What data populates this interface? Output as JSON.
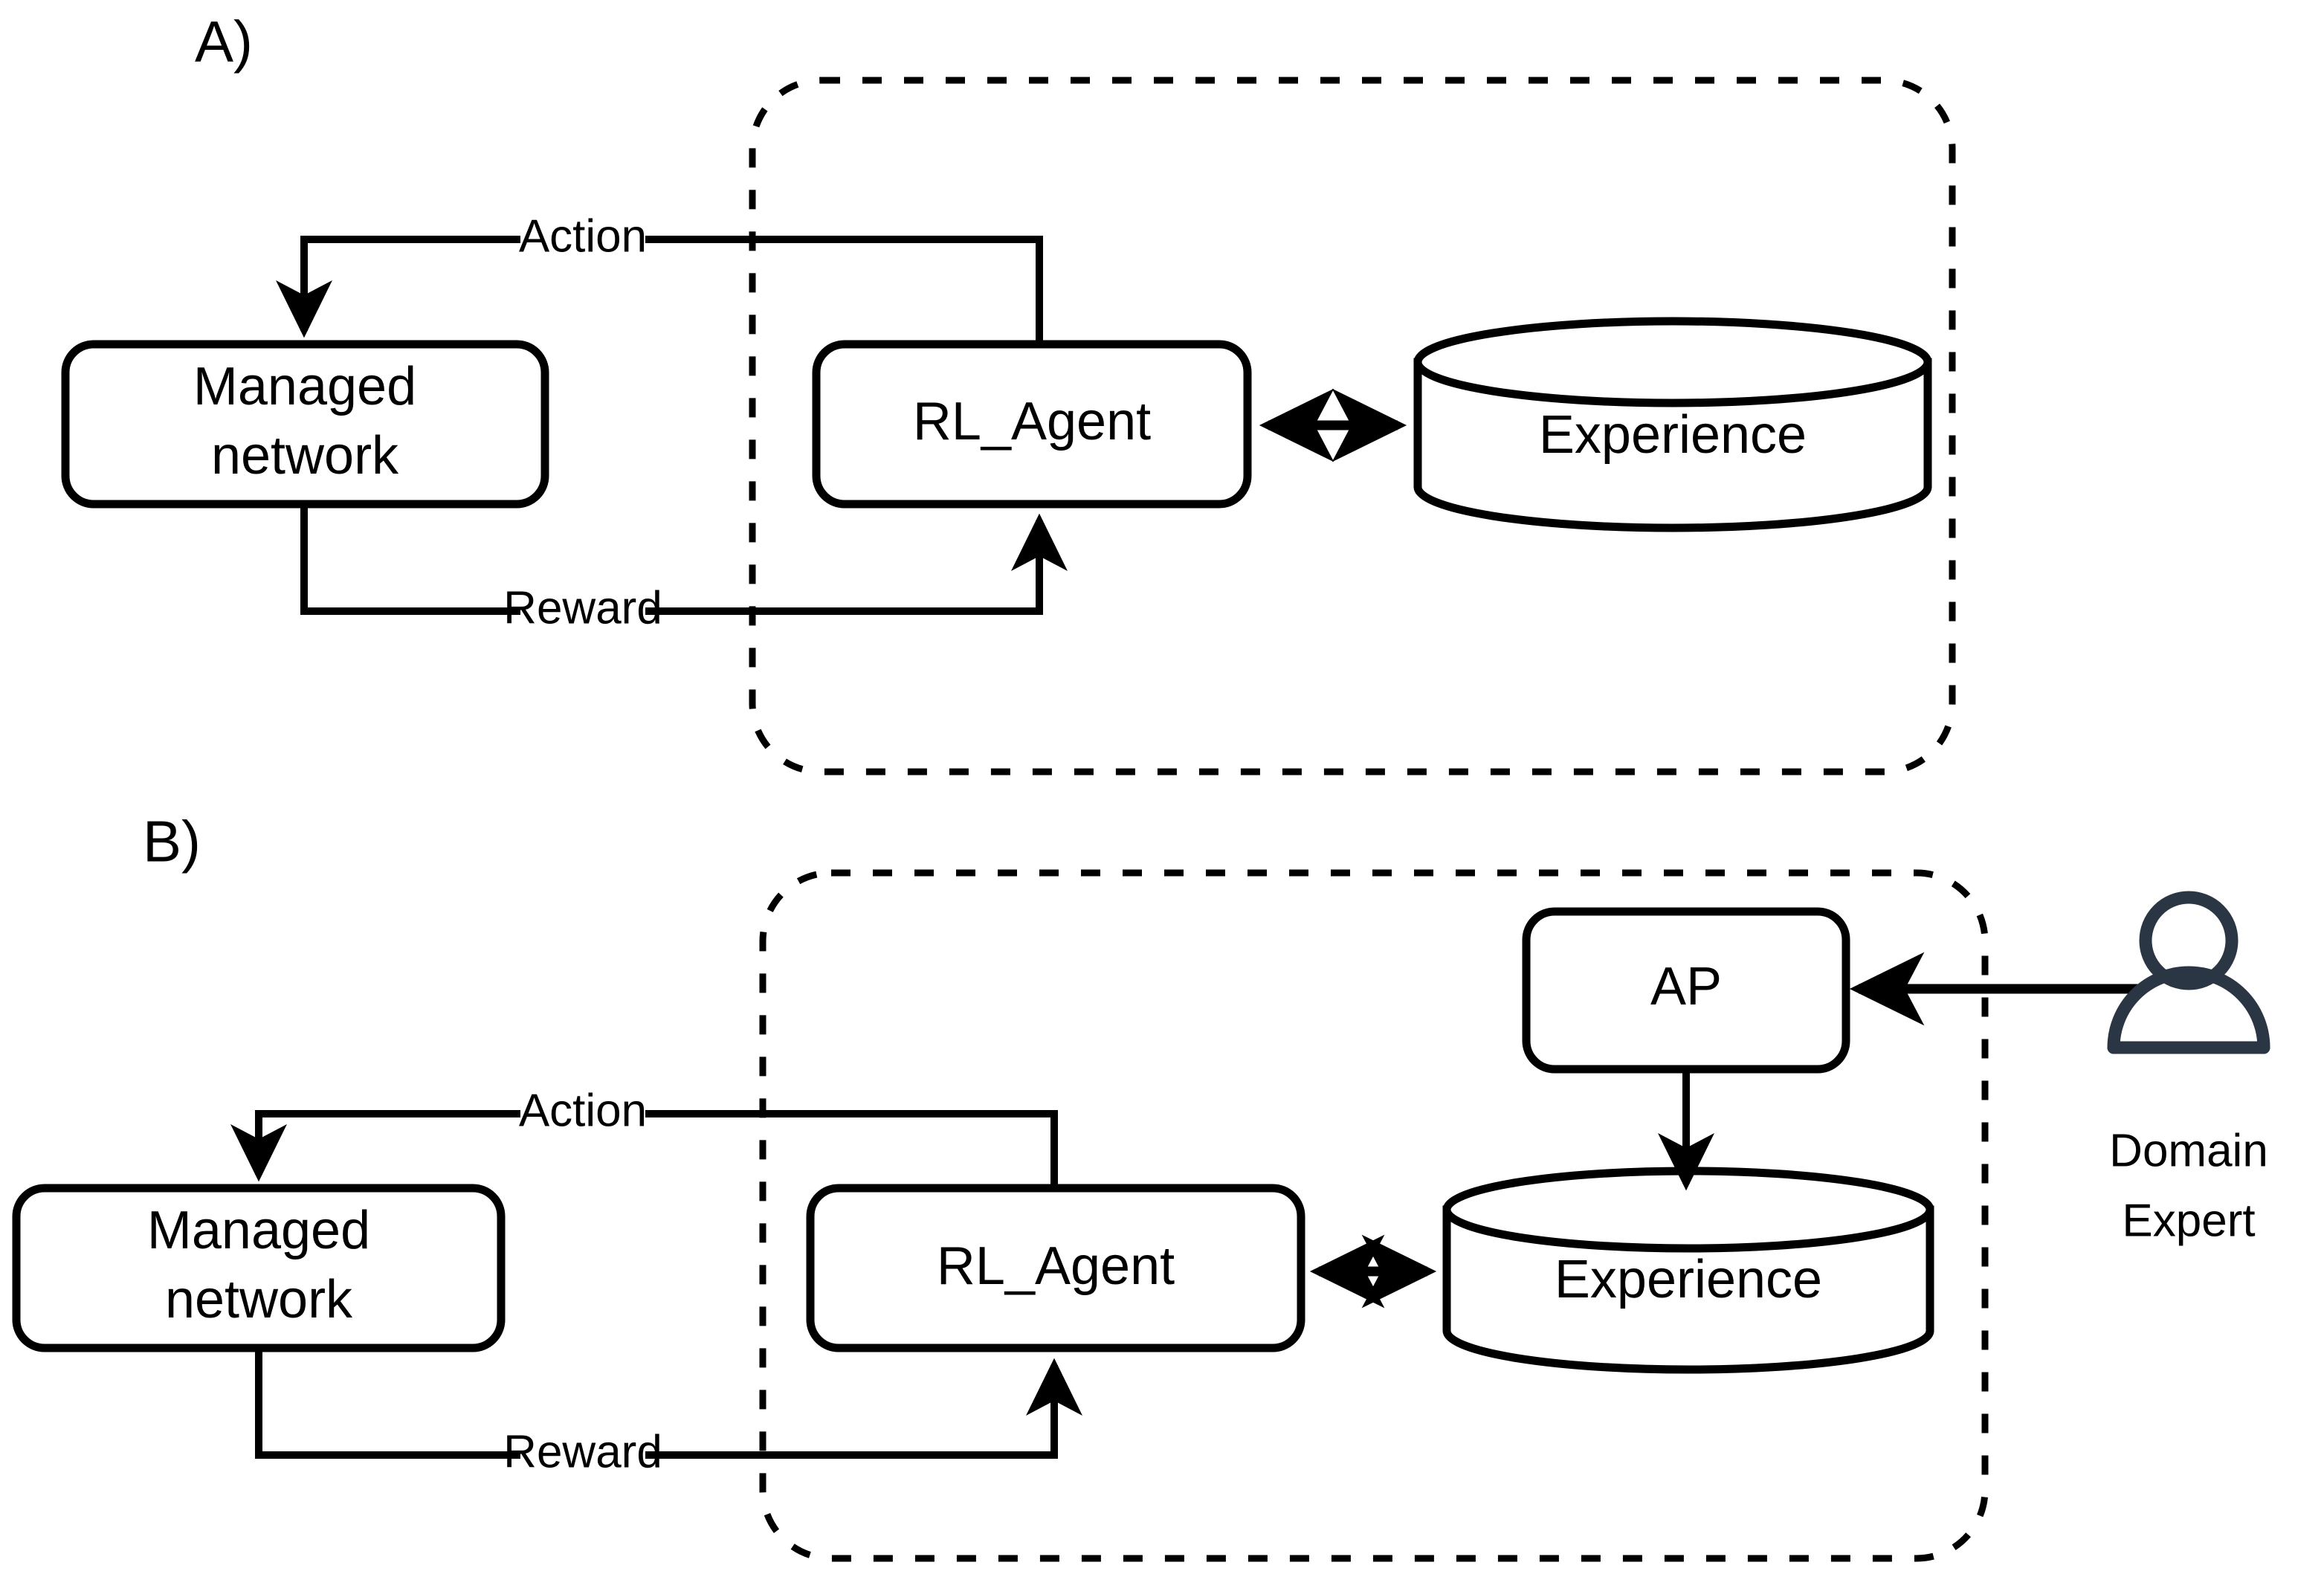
{
  "figure": {
    "background_color": "#ffffff",
    "stroke_color": "#000000",
    "actor_color": "#2b3644"
  },
  "panels": [
    {
      "id": "A",
      "letter": "A)",
      "nodes": {
        "managed_network": {
          "label_line1": "Managed",
          "label_line2": "network",
          "shape": "rounded-rect"
        },
        "rl_agent": {
          "label": "RL_Agent",
          "shape": "rounded-rect"
        },
        "experience": {
          "label": "Experience",
          "shape": "cylinder"
        }
      },
      "edges": {
        "action": {
          "label": "Action",
          "from": "rl_agent",
          "to": "managed_network"
        },
        "reward": {
          "label": "Reward",
          "from": "managed_network",
          "to": "rl_agent"
        },
        "agent_experience": {
          "label": "",
          "from": "rl_agent",
          "to": "experience",
          "bidirectional": true
        }
      },
      "boundary": {
        "style": "dashed",
        "shape": "rounded-rect"
      }
    },
    {
      "id": "B",
      "letter": "B)",
      "nodes": {
        "managed_network": {
          "label_line1": "Managed",
          "label_line2": "network",
          "shape": "rounded-rect"
        },
        "rl_agent": {
          "label": "RL_Agent",
          "shape": "rounded-rect"
        },
        "experience": {
          "label": "Experience",
          "shape": "cylinder"
        },
        "ap": {
          "label": "AP",
          "shape": "rounded-rect"
        },
        "domain_expert": {
          "label_line1": "Domain",
          "label_line2": "Expert",
          "shape": "person-icon"
        }
      },
      "edges": {
        "action": {
          "label": "Action",
          "from": "rl_agent",
          "to": "managed_network"
        },
        "reward": {
          "label": "Reward",
          "from": "managed_network",
          "to": "rl_agent"
        },
        "agent_experience": {
          "label": "",
          "from": "rl_agent",
          "to": "experience",
          "bidirectional": true
        },
        "ap_experience": {
          "label": "",
          "from": "ap",
          "to": "experience"
        },
        "expert_ap": {
          "label": "",
          "from": "domain_expert",
          "to": "ap"
        }
      },
      "boundary": {
        "style": "dashed",
        "shape": "rounded-rect"
      }
    }
  ]
}
